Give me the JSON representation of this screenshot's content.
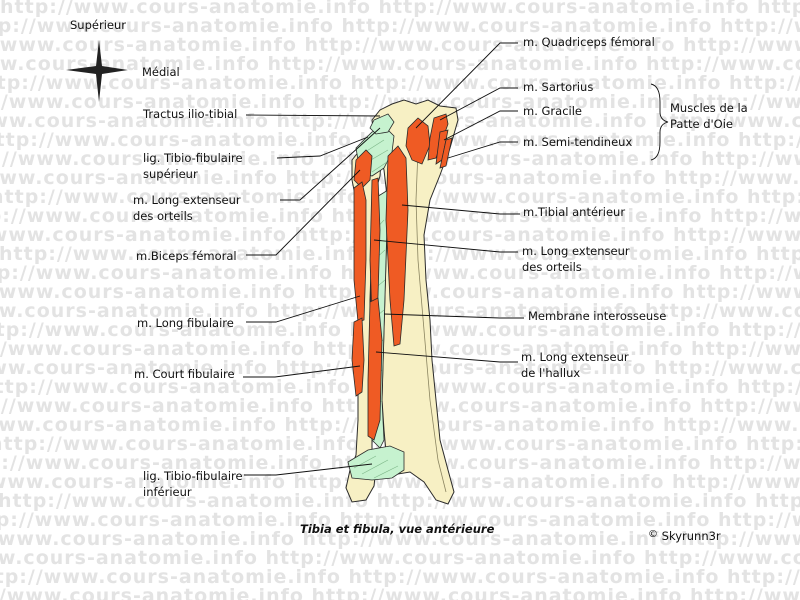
{
  "watermark": "http://www.cours-anatomie.info",
  "orientation": {
    "superior": "Supérieur",
    "medial": "Médial"
  },
  "labels_left": {
    "tractus": "Tractus ilio-tibial",
    "lig_sup_1": "lig. Tibio-fibulaire",
    "lig_sup_2": "supérieur",
    "long_ext_1": "m. Long extenseur",
    "long_ext_2": "des orteils",
    "biceps": "m.Biceps fémoral",
    "long_fib": "m. Long fibulaire",
    "court_fib": "m. Court fibulaire",
    "lig_inf_1": "lig. Tibio-fibulaire",
    "lig_inf_2": "inférieur"
  },
  "labels_right": {
    "quadriceps": "m. Quadriceps fémoral",
    "sartorius": "m. Sartorius",
    "gracile": "m. Gracile",
    "semi_tend": "m. Semi-tendineux",
    "tibial_ant": "m.Tibial antérieur",
    "long_ext_1": "m. Long extenseur",
    "long_ext_2": "des orteils",
    "membrane": "Membrane interosseuse",
    "hallux_1": "m. Long extenseur",
    "hallux_2": "de l'hallux"
  },
  "group_label": {
    "line1": "Muscles de la",
    "line2": "Patte d'Oie"
  },
  "caption": "Tibia et fibula, vue antérieure",
  "copyright": {
    "symbol": "©",
    "author": "Skyrunn3r"
  },
  "colors": {
    "bone": "#f7f0c4",
    "muscle": "#ef5b24",
    "ligament": "#c6f2cf",
    "outline": "#2a2a2a"
  }
}
